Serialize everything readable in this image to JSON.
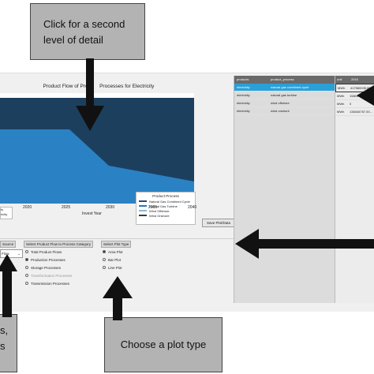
{
  "callouts": {
    "top": [
      "Click for a second",
      "level of detail"
    ],
    "bottom": "Choose a plot type",
    "left_fragment_1": "s,",
    "left_fragment_2": "s"
  },
  "chart": {
    "title": "Product Flow of Prod      Processes for Electricity",
    "xlabel": "Invest Year",
    "xticks": [
      "2020",
      "2025",
      "2030",
      "2035",
      "2040"
    ],
    "legend_title": "Product Process",
    "legend_items": [
      {
        "label": "Natural Gas Combined Cycle",
        "color": "#1f4e79"
      },
      {
        "label": "Natural Gas Turbine",
        "color": "#2e75b6"
      },
      {
        "label": "Wind Offshore",
        "color": "#8ab8d8"
      },
      {
        "label": "Wind Onshore",
        "color": "#3a3a3a"
      }
    ],
    "left_legend_fragment_1": "ts",
    "left_legend_fragment_2": "ricity"
  },
  "controls": {
    "flow_select_value": "Flow",
    "source_label": "Source",
    "category_header": "Select Product Flow to Process Category",
    "plot_type_header": "Select Plot Type",
    "category_options": [
      {
        "label": "Total Product Flows",
        "selected": false,
        "disabled": false
      },
      {
        "label": "Production Processes",
        "selected": true,
        "disabled": false
      },
      {
        "label": "Storage Processes",
        "selected": false,
        "disabled": false
      },
      {
        "label": "Transformation Processes",
        "selected": false,
        "disabled": true
      },
      {
        "label": "Transmission Processes",
        "selected": false,
        "disabled": false
      }
    ],
    "plot_types": [
      {
        "label": "Area Plot",
        "selected": true
      },
      {
        "label": "Bar Plot",
        "selected": false
      },
      {
        "label": "Line Plot",
        "selected": false
      }
    ],
    "save_button": "Save Plot/Data"
  },
  "table": {
    "headers": [
      "products",
      "product_process"
    ],
    "rows": [
      {
        "product": "electricity",
        "process": "natural gas combined cycle",
        "selected": true
      },
      {
        "product": "electricity",
        "process": "natural gas turbine",
        "selected": false
      },
      {
        "product": "electricity",
        "process": "wind offshore",
        "selected": false
      },
      {
        "product": "electricity",
        "process": "wind onshore",
        "selected": false
      }
    ]
  },
  "table2": {
    "headers": [
      "unit",
      "2016"
    ],
    "rows": [
      {
        "unit": "MWh",
        "value": "417580035.65..."
      },
      {
        "unit": "MWh",
        "value": "15804475..."
      },
      {
        "unit": "MWh",
        "value": "0"
      },
      {
        "unit": "MWh",
        "value": "138346757.00..."
      }
    ]
  }
}
